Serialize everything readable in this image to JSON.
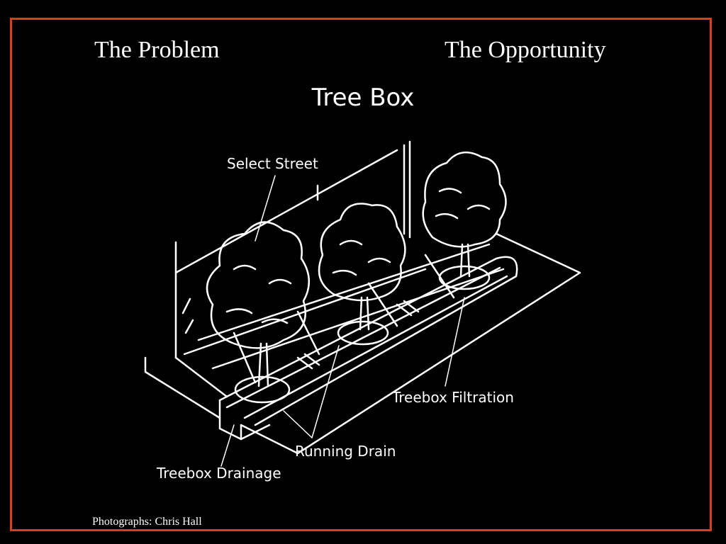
{
  "slide": {
    "left_heading": "The Problem",
    "right_heading": "The Opportunity",
    "title": "Tree Box",
    "credit": "Photographs: Chris Hall"
  },
  "diagram": {
    "labels": {
      "select_street": "Select Street",
      "treebox_filtration": "Treebox Filtration",
      "running_drain": "Running Drain",
      "treebox_drainage": "Treebox Drainage"
    }
  },
  "colors": {
    "background": "#000000",
    "frame": "#d8401c",
    "ink": "#ffffff"
  }
}
